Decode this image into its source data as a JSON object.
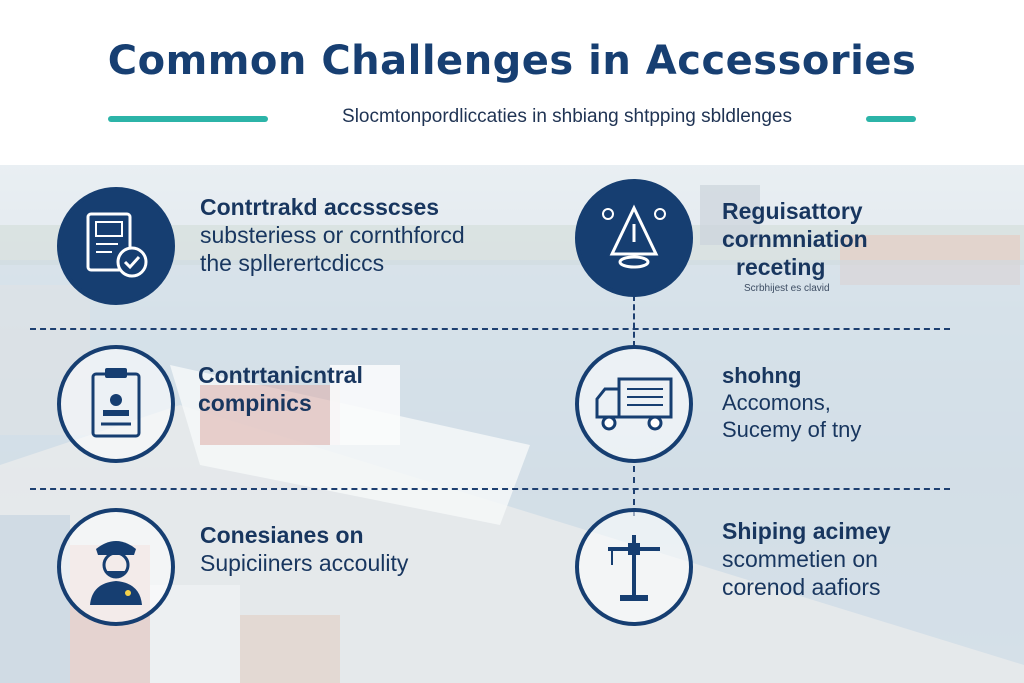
{
  "header": {
    "title": "Common Challenges in Accessories",
    "subtitle": "Slocmtonpordliccaties in shbiang shtpping sbldlenges",
    "accent_color": "#2cb4a8",
    "title_color": "#173f72"
  },
  "items": [
    {
      "icon": "document-check-icon",
      "lines": [
        "Contrtrakd accsscses",
        "substeriess or cornthforcd",
        "the spllerertcdiccs"
      ]
    },
    {
      "icon": "regulation-warning-icon",
      "lines": [
        "Reguisattory",
        "cornmniation",
        "receting"
      ],
      "note": "Scrbhijest es clavid"
    },
    {
      "icon": "clipboard-checklist-icon",
      "lines": [
        "Contrtanicntral",
        "compinics"
      ]
    },
    {
      "icon": "delivery-truck-icon",
      "lines": [
        "shohng",
        "Accomons,",
        "Sucemy of tny"
      ]
    },
    {
      "icon": "customs-officer-icon",
      "lines": [
        "Conesianes on",
        "Supiciiners accoulity"
      ]
    },
    {
      "icon": "port-crane-icon",
      "lines": [
        "Shiping acimey",
        "scommetien on",
        "corenod aafiors"
      ]
    }
  ]
}
